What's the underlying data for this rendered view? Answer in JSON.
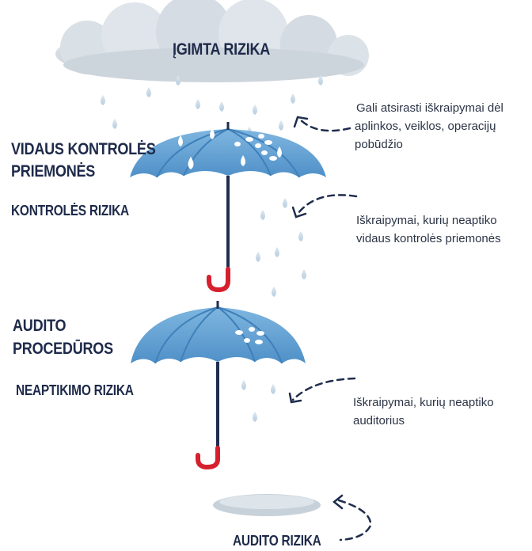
{
  "cloud_title": "ĮGIMTA RIZIKA",
  "level1": {
    "heading_line1": "VIDAUS KONTROLĖS",
    "heading_line2": "PRIEMONĖS",
    "risk_label": "KONTROLĖS RIZIKA"
  },
  "level2": {
    "heading_line1": "AUDITO",
    "heading_line2": "PROCEDŪROS",
    "risk_label": "NEAPTIKIMO RIZIKA"
  },
  "notes": {
    "inherent": [
      "Gali atsirasti iškraipymai dėl",
      "aplinkos, veiklos, operacijų",
      "pobūdžio"
    ],
    "control": [
      "Iškraipymai, kurių neaptiko",
      "vidaus kontrolės priemonės"
    ],
    "detection": [
      "Iškraipymai, kurių neaptiko",
      "auditorius"
    ]
  },
  "audit_risk_label": "AUDITO RIZIKA",
  "colors": {
    "heading_text": "#1e2a4a",
    "umbrella_blue": "#5b9bd0",
    "umbrella_dark": "#3a7ab5",
    "handle_red": "#d6202e",
    "shaft": "#1f2d4d",
    "cloud": "#c9d2da",
    "drop": "#bfd4e3"
  }
}
